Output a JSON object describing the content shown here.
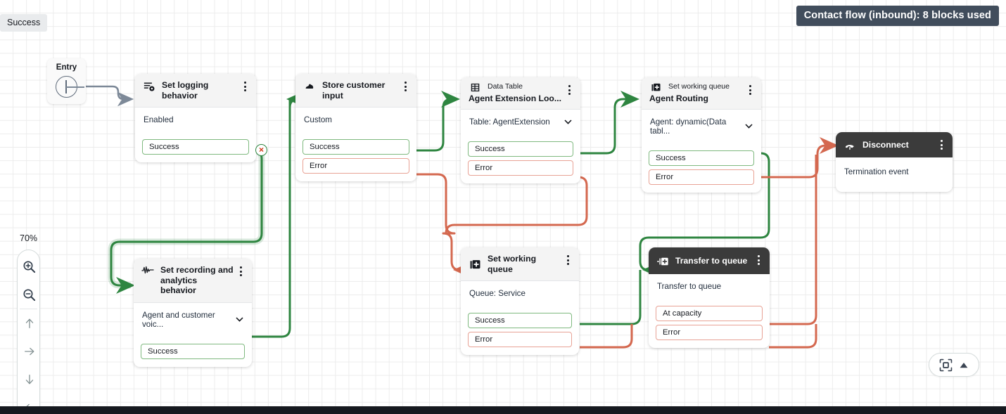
{
  "banner": {
    "text": "Contact flow (inbound): 8 blocks used"
  },
  "chip": {
    "label": "Success"
  },
  "zoom": {
    "level": "70%",
    "in_icon": "zoom-in-icon",
    "out_icon": "zoom-out-icon",
    "up_icon": "arrow-up-icon",
    "right_icon": "arrow-right-icon",
    "down_icon": "arrow-down-icon",
    "left_icon": "arrow-left-icon"
  },
  "fit_controls": {
    "fit_icon": "fit-to-screen-icon",
    "collapse_icon": "triangle-up-icon"
  },
  "entry": {
    "label": "Entry"
  },
  "colors": {
    "success": "#2e8540",
    "error": "#d4684f",
    "entry_wire": "#7d8998",
    "dark_header": "#3b3b3b",
    "banner_bg": "#414d5c",
    "grid": "#ececec"
  },
  "blocks": [
    {
      "id": "set-logging-behavior",
      "icon": "logging-gear-icon",
      "subtitle": "",
      "title": "Set logging behavior",
      "body": "Enabled",
      "has_chevron": false,
      "dark": false,
      "ports": [
        {
          "label": "Success",
          "kind": "ok"
        }
      ]
    },
    {
      "id": "store-customer-input",
      "icon": "microphone-cloud-icon",
      "subtitle": "",
      "title": "Store customer input",
      "body": "Custom",
      "has_chevron": false,
      "dark": false,
      "ports": [
        {
          "label": "Success",
          "kind": "ok"
        },
        {
          "label": "Error",
          "kind": "err"
        }
      ]
    },
    {
      "id": "agent-extension-lookup",
      "icon": "data-table-icon",
      "subtitle": "Data Table",
      "title": "Agent Extension Loo...",
      "body": "Table: AgentExtension",
      "has_chevron": true,
      "dark": false,
      "ports": [
        {
          "label": "Success",
          "kind": "ok"
        },
        {
          "label": "Error",
          "kind": "err"
        }
      ]
    },
    {
      "id": "agent-routing",
      "icon": "set-working-queue-icon",
      "subtitle": "Set working queue",
      "title": "Agent Routing",
      "body": "Agent: dynamic(Data tabl...",
      "has_chevron": true,
      "dark": false,
      "ports": [
        {
          "label": "Success",
          "kind": "ok"
        },
        {
          "label": "Error",
          "kind": "err"
        }
      ]
    },
    {
      "id": "disconnect",
      "icon": "phone-disconnect-icon",
      "subtitle": "",
      "title": "Disconnect",
      "body": "Termination event",
      "has_chevron": false,
      "dark": true,
      "ports": []
    },
    {
      "id": "set-recording-and-analytics-behavior",
      "icon": "waveform-icon",
      "subtitle": "",
      "title": "Set recording and analytics behavior",
      "body": "Agent and customer voic...",
      "has_chevron": true,
      "dark": false,
      "ports": [
        {
          "label": "Success",
          "kind": "ok"
        }
      ]
    },
    {
      "id": "set-working-queue",
      "icon": "set-working-queue-icon",
      "subtitle": "",
      "title": "Set working queue",
      "body": "Queue: Service",
      "has_chevron": false,
      "dark": false,
      "ports": [
        {
          "label": "Success",
          "kind": "ok"
        },
        {
          "label": "Error",
          "kind": "err"
        }
      ]
    },
    {
      "id": "transfer-to-queue",
      "icon": "transfer-to-queue-icon",
      "subtitle": "",
      "title": "Transfer to queue",
      "body": "Transfer to queue",
      "has_chevron": false,
      "dark": true,
      "ports": [
        {
          "label": "At capacity",
          "kind": "err"
        },
        {
          "label": "Error",
          "kind": "err"
        }
      ]
    }
  ],
  "connector_delete": {
    "label": "×"
  }
}
